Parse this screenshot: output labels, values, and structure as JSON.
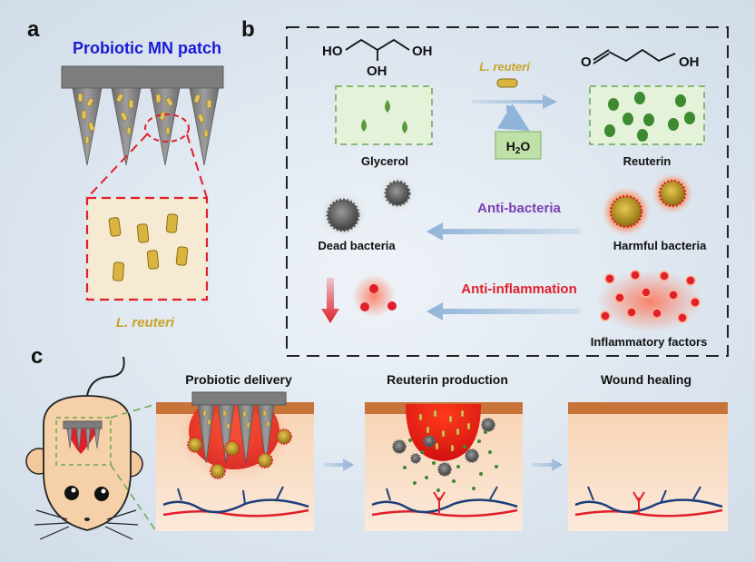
{
  "panel_labels": {
    "a": "a",
    "b": "b",
    "c": "c"
  },
  "panel_a": {
    "title": "Probiotic MN patch",
    "bacteria_label": "L. reuteri"
  },
  "panel_b": {
    "glycerol_formula": {
      "ho_left": "HO",
      "oh_right": "OH",
      "oh_bottom": "OH"
    },
    "reuterin_formula": {
      "o": "O",
      "oh": "OH"
    },
    "glycerol_label": "Glycerol",
    "reuterin_label": "Reuterin",
    "bacteria_label": "L. reuteri",
    "water_h": "H",
    "water_sub": "2",
    "water_o": "O",
    "anti_bacteria": "Anti-bacteria",
    "dead_bacteria": "Dead bacteria",
    "harmful_bacteria": "Harmful bacteria",
    "anti_inflammation": "Anti-inflammation",
    "inflammatory_factors": "Inflammatory factors"
  },
  "panel_c": {
    "step1": "Probiotic delivery",
    "step2": "Reuterin production",
    "step3": "Wound healing"
  },
  "colors": {
    "title_blue": "#1a1ad6",
    "bacteria_gold": "#c9a227",
    "anti_bacteria_purple": "#7a3fb0",
    "anti_inflammation_red": "#e0202a",
    "arrow_blue": "#8fb3d9",
    "skin": "#f6d9bf",
    "skin_top": "#c8733a",
    "vessel_blue": "#1c3f7a",
    "vessel_red": "#e0202a"
  }
}
